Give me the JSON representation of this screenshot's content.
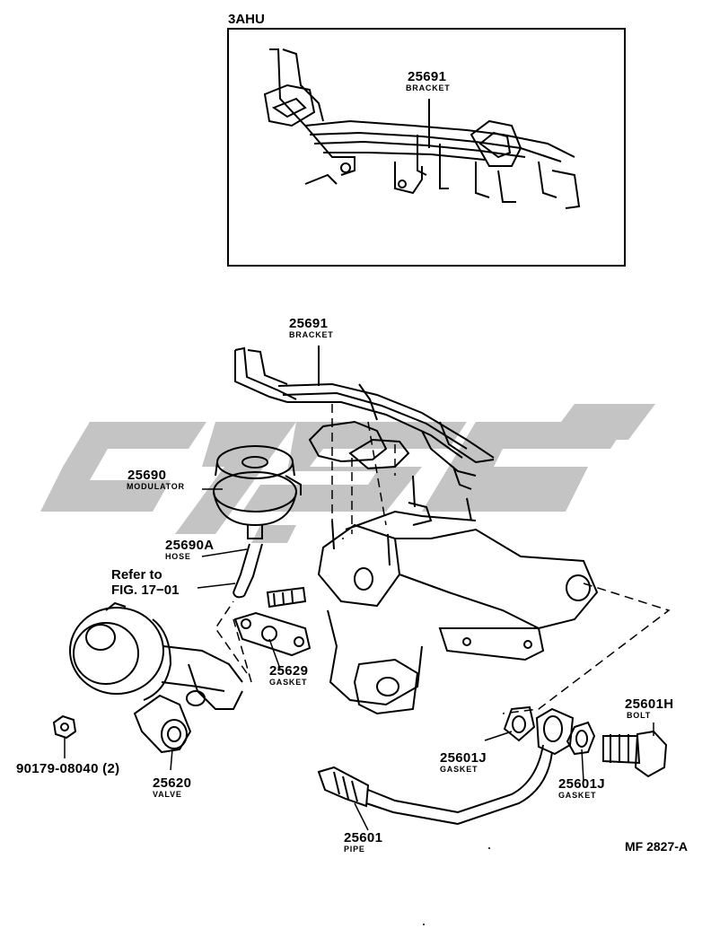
{
  "inset": {
    "model_code": "3AHU",
    "part_number": "25691",
    "part_name": "BRACKET"
  },
  "parts": {
    "bracket": {
      "number": "25691",
      "name": "BRACKET"
    },
    "modulator": {
      "number": "25690",
      "name": "MODULATOR"
    },
    "hose": {
      "number": "25690A",
      "name": "HOSE"
    },
    "gasket_egr": {
      "number": "25629",
      "name": "GASKET"
    },
    "nut": {
      "number": "90179-08040 (2)"
    },
    "valve": {
      "number": "25620",
      "name": "VALVE"
    },
    "gasket_j1": {
      "number": "25601J",
      "name": "GASKET"
    },
    "gasket_j2": {
      "number": "25601J",
      "name": "GASKET"
    },
    "bolt": {
      "number": "25601H",
      "name": "BOLT"
    },
    "pipe": {
      "number": "25601",
      "name": "PIPE"
    }
  },
  "reference": {
    "line1": "Refer to",
    "line2": "FIG. 17−01"
  },
  "figure_code": "MF 2827-A",
  "watermark_color": "#c4c4c4"
}
